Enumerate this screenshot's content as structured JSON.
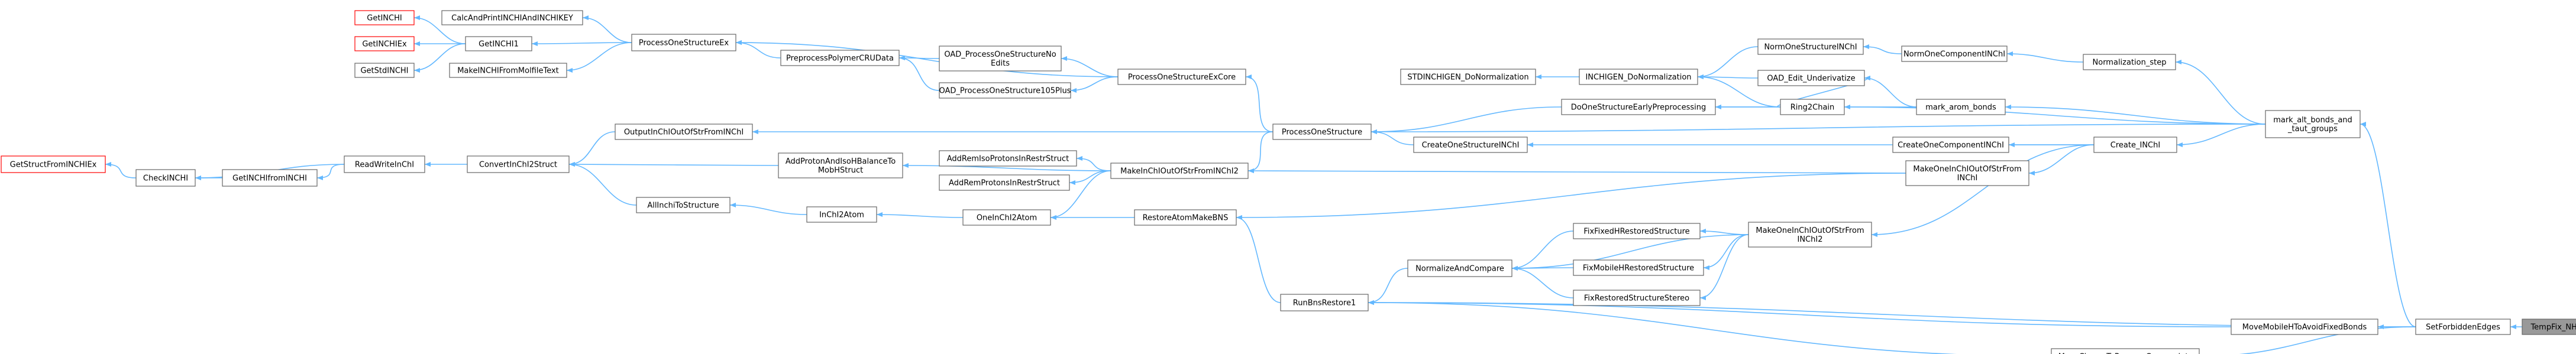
{
  "graph": {
    "nodes": [
      {
        "id": "GetINCHI",
        "label": "GetINCHI",
        "style": "red"
      },
      {
        "id": "GetINCHIEx",
        "label": "GetINCHIEx",
        "style": "red"
      },
      {
        "id": "GetStdINCHI",
        "label": "GetStdINCHI",
        "style": "normal"
      },
      {
        "id": "CalcAndPrintINCHIAndINCHIKEY",
        "label": "CalcAndPrintINCHIAndINCHIKEY",
        "style": "normal"
      },
      {
        "id": "GetINCHI1",
        "label": "GetINCHI1",
        "style": "normal"
      },
      {
        "id": "MakeINCHIFromMolfileText",
        "label": "MakeINCHIFromMolfileText",
        "style": "normal"
      },
      {
        "id": "ProcessOneStructureEx",
        "label": "ProcessOneStructureEx",
        "style": "normal"
      },
      {
        "id": "PreprocessPolymerCRUData",
        "label": "PreprocessPolymerCRUData",
        "style": "normal"
      },
      {
        "id": "OAD_ProcessOneStructureNoEdits",
        "label": "OAD_ProcessOneStructureNo\nEdits",
        "style": "normal"
      },
      {
        "id": "OAD_ProcessOneStructure105Plus",
        "label": "OAD_ProcessOneStructure105Plus",
        "style": "normal"
      },
      {
        "id": "ProcessOneStructureExCore",
        "label": "ProcessOneStructureExCore",
        "style": "normal"
      },
      {
        "id": "STDINCHIGEN_DoNormalization",
        "label": "STDINCHIGEN_DoNormalization",
        "style": "normal"
      },
      {
        "id": "INCHIGEN_DoNormalization",
        "label": "INCHIGEN_DoNormalization",
        "style": "normal"
      },
      {
        "id": "NormOneStructureINChI",
        "label": "NormOneStructureINChI",
        "style": "normal"
      },
      {
        "id": "NormOneComponentINChI",
        "label": "NormOneComponentINChI",
        "style": "normal"
      },
      {
        "id": "Normalization_step",
        "label": "Normalization_step",
        "style": "normal"
      },
      {
        "id": "OAD_Edit_Underivatize",
        "label": "OAD_Edit_Underivatize",
        "style": "normal"
      },
      {
        "id": "mark_arom_bonds",
        "label": "mark_arom_bonds",
        "style": "normal"
      },
      {
        "id": "DoOneStructureEarlyPreprocessing",
        "label": "DoOneStructureEarlyPreprocessing",
        "style": "normal"
      },
      {
        "id": "Ring2Chain",
        "label": "Ring2Chain",
        "style": "normal"
      },
      {
        "id": "mark_alt_bonds_and_taut_groups",
        "label": "mark_alt_bonds_and\n_taut_groups",
        "style": "normal"
      },
      {
        "id": "GetStructFromINCHIEx",
        "label": "GetStructFromINCHIEx",
        "style": "red"
      },
      {
        "id": "CheckINCHI",
        "label": "CheckINCHI",
        "style": "normal"
      },
      {
        "id": "GetINCHIfromINCHI",
        "label": "GetINCHIfromINCHI",
        "style": "normal"
      },
      {
        "id": "ReadWriteInChI",
        "label": "ReadWriteInChI",
        "style": "normal"
      },
      {
        "id": "ConvertInChI2Struct",
        "label": "ConvertInChI2Struct",
        "style": "normal"
      },
      {
        "id": "OutputInChIOutOfStrFromINChI",
        "label": "OutputInChIOutOfStrFromINChI",
        "style": "normal"
      },
      {
        "id": "ProcessOneStructure",
        "label": "ProcessOneStructure",
        "style": "normal"
      },
      {
        "id": "CreateOneStructureINChI",
        "label": "CreateOneStructureINChI",
        "style": "normal"
      },
      {
        "id": "CreateOneComponentINChI",
        "label": "CreateOneComponentINChI",
        "style": "normal"
      },
      {
        "id": "Create_INChI",
        "label": "Create_INChI",
        "style": "normal"
      },
      {
        "id": "AddRemIsoProtonsInRestrStruct",
        "label": "AddRemIsoProtonsInRestrStruct",
        "style": "normal"
      },
      {
        "id": "AddProtonAndIsoHBalanceToMobHStruct",
        "label": "AddProtonAndIsoHBalanceTo\nMobHStruct",
        "style": "normal"
      },
      {
        "id": "AddRemProtonsInRestrStruct",
        "label": "AddRemProtonsInRestrStruct",
        "style": "normal"
      },
      {
        "id": "MakeInChIOutOfStrFromINChI2",
        "label": "MakeInChIOutOfStrFromINChI2",
        "style": "normal"
      },
      {
        "id": "MakeOneInChIOutOfStrFromINChI",
        "label": "MakeOneInChIOutOfStrFrom\nINChI",
        "style": "normal"
      },
      {
        "id": "AllInchiToStructure",
        "label": "AllInchiToStructure",
        "style": "normal"
      },
      {
        "id": "InChI2Atom",
        "label": "InChI2Atom",
        "style": "normal"
      },
      {
        "id": "OneInChI2Atom",
        "label": "OneInChI2Atom",
        "style": "normal"
      },
      {
        "id": "RestoreAtomMakeBNS",
        "label": "RestoreAtomMakeBNS",
        "style": "normal"
      },
      {
        "id": "FixFixedHRestoredStructure",
        "label": "FixFixedHRestoredStructure",
        "style": "normal"
      },
      {
        "id": "MakeOneInChIOutOfStrFromINChI2",
        "label": "MakeOneInChIOutOfStrFrom\nINChI2",
        "style": "normal"
      },
      {
        "id": "NormalizeAndCompare",
        "label": "NormalizeAndCompare",
        "style": "normal"
      },
      {
        "id": "FixMobileHRestoredStructure",
        "label": "FixMobileHRestoredStructure",
        "style": "normal"
      },
      {
        "id": "FixRestoredStructureStereo",
        "label": "FixRestoredStructureStereo",
        "style": "normal"
      },
      {
        "id": "RunBnsRestore1",
        "label": "RunBnsRestore1",
        "style": "normal"
      },
      {
        "id": "MoveMobileHToAvoidFixedBonds",
        "label": "MoveMobileHToAvoidFixedBonds",
        "style": "normal"
      },
      {
        "id": "SetForbiddenEdges",
        "label": "SetForbiddenEdges",
        "style": "normal"
      },
      {
        "id": "MoveChargeToRemoveCenerpoints",
        "label": "MoveChargeToRemoveCenerpoints",
        "style": "normal"
      },
      {
        "id": "TempFix_NH_NH_Bonds",
        "label": "TempFix_NH_NH_Bonds",
        "style": "focus"
      }
    ],
    "edges": [
      [
        "GetINCHI",
        "GetINCHI1"
      ],
      [
        "GetINCHIEx",
        "GetINCHI1"
      ],
      [
        "GetStdINCHI",
        "GetINCHI1"
      ],
      [
        "CalcAndPrintINCHIAndINCHIKEY",
        "ProcessOneStructureEx"
      ],
      [
        "GetINCHI1",
        "ProcessOneStructureEx"
      ],
      [
        "MakeINCHIFromMolfileText",
        "ProcessOneStructureEx"
      ],
      [
        "ProcessOneStructureEx",
        "ProcessOneStructureExCore"
      ],
      [
        "ProcessOneStructureEx",
        "PreprocessPolymerCRUData"
      ],
      [
        "PreprocessPolymerCRUData",
        "OAD_ProcessOneStructureNoEdits"
      ],
      [
        "PreprocessPolymerCRUData",
        "OAD_ProcessOneStructure105Plus"
      ],
      [
        "OAD_ProcessOneStructureNoEdits",
        "ProcessOneStructureExCore"
      ],
      [
        "OAD_ProcessOneStructure105Plus",
        "ProcessOneStructureExCore"
      ],
      [
        "ProcessOneStructureExCore",
        "ProcessOneStructure"
      ],
      [
        "STDINCHIGEN_DoNormalization",
        "INCHIGEN_DoNormalization"
      ],
      [
        "INCHIGEN_DoNormalization",
        "NormOneStructureINChI"
      ],
      [
        "NormOneStructureINChI",
        "NormOneComponentINChI"
      ],
      [
        "NormOneComponentINChI",
        "Normalization_step"
      ],
      [
        "Normalization_step",
        "mark_alt_bonds_and_taut_groups"
      ],
      [
        "INCHIGEN_DoNormalization",
        "OAD_Edit_Underivatize"
      ],
      [
        "OAD_Edit_Underivatize",
        "mark_arom_bonds"
      ],
      [
        "OAD_Edit_Underivatize",
        "Ring2Chain"
      ],
      [
        "INCHIGEN_DoNormalization",
        "Ring2Chain"
      ],
      [
        "mark_arom_bonds",
        "mark_alt_bonds_and_taut_groups"
      ],
      [
        "DoOneStructureEarlyPreprocessing",
        "mark_arom_bonds"
      ],
      [
        "DoOneStructureEarlyPreprocessing",
        "Ring2Chain"
      ],
      [
        "Ring2Chain",
        "mark_alt_bonds_and_taut_groups"
      ],
      [
        "ProcessOneStructure",
        "DoOneStructureEarlyPreprocessing"
      ],
      [
        "ProcessOneStructure",
        "mark_alt_bonds_and_taut_groups"
      ],
      [
        "ProcessOneStructure",
        "CreateOneStructureINChI"
      ],
      [
        "CreateOneStructureINChI",
        "Create_INChI"
      ],
      [
        "CreateOneComponentINChI",
        "Create_INChI"
      ],
      [
        "Create_INChI",
        "mark_alt_bonds_and_taut_groups"
      ],
      [
        "CheckINCHI",
        "GetStructFromINCHIEx"
      ],
      [
        "GetINCHIfromINCHI",
        "CheckINCHI"
      ],
      [
        "ReadWriteInChI",
        "CheckINCHI"
      ],
      [
        "ReadWriteInChI",
        "GetINCHIfromINCHI"
      ],
      [
        "ConvertInChI2Struct",
        "ReadWriteInChI"
      ],
      [
        "OutputInChIOutOfStrFromINChI",
        "ConvertInChI2Struct"
      ],
      [
        "ProcessOneStructure",
        "OutputInChIOutOfStrFromINChI"
      ],
      [
        "MakeInChIOutOfStrFromINChI2",
        "ProcessOneStructure"
      ],
      [
        "MakeInChIOutOfStrFromINChI2",
        "AddRemIsoProtonsInRestrStruct"
      ],
      [
        "MakeInChIOutOfStrFromINChI2",
        "AddProtonAndIsoHBalanceToMobHStruct"
      ],
      [
        "MakeInChIOutOfStrFromINChI2",
        "AddRemProtonsInRestrStruct"
      ],
      [
        "AddProtonAndIsoHBalanceToMobHStruct",
        "ConvertInChI2Struct"
      ],
      [
        "AllInchiToStructure",
        "ConvertInChI2Struct"
      ],
      [
        "InChI2Atom",
        "AllInchiToStructure"
      ],
      [
        "OneInChI2Atom",
        "InChI2Atom"
      ],
      [
        "MakeInChIOutOfStrFromINChI2",
        "OneInChI2Atom"
      ],
      [
        "RestoreAtomMakeBNS",
        "OneInChI2Atom"
      ],
      [
        "MakeOneInChIOutOfStrFromINChI",
        "MakeInChIOutOfStrFromINChI2"
      ],
      [
        "MakeOneInChIOutOfStrFromINChI",
        "RestoreAtomMakeBNS"
      ],
      [
        "Create_INChI",
        "MakeOneInChIOutOfStrFromINChI"
      ],
      [
        "Create_INChI",
        "MakeOneInChIOutOfStrFromINChI2"
      ],
      [
        "MakeOneInChIOutOfStrFromINChI2",
        "NormalizeAndCompare"
      ],
      [
        "MakeOneInChIOutOfStrFromINChI2",
        "FixFixedHRestoredStructure"
      ],
      [
        "MakeOneInChIOutOfStrFromINChI2",
        "FixMobileHRestoredStructure"
      ],
      [
        "MakeOneInChIOutOfStrFromINChI2",
        "FixRestoredStructureStereo"
      ],
      [
        "FixFixedHRestoredStructure",
        "NormalizeAndCompare"
      ],
      [
        "FixMobileHRestoredStructure",
        "NormalizeAndCompare"
      ],
      [
        "FixRestoredStructureStereo",
        "NormalizeAndCompare"
      ],
      [
        "NormalizeAndCompare",
        "RunBnsRestore1"
      ],
      [
        "RunBnsRestore1",
        "RestoreAtomMakeBNS"
      ],
      [
        "SetForbiddenEdges",
        "RunBnsRestore1"
      ],
      [
        "SetForbiddenEdges",
        "MoveMobileHToAvoidFixedBonds"
      ],
      [
        "MoveMobileHToAvoidFixedBonds",
        "RunBnsRestore1"
      ],
      [
        "SetForbiddenEdges",
        "MoveChargeToRemoveCenerpoints"
      ],
      [
        "MoveChargeToRemoveCenerpoints",
        "RunBnsRestore1"
      ],
      [
        "SetForbiddenEdges",
        "mark_alt_bonds_and_taut_groups"
      ],
      [
        "TempFix_NH_NH_Bonds",
        "SetForbiddenEdges"
      ]
    ]
  }
}
